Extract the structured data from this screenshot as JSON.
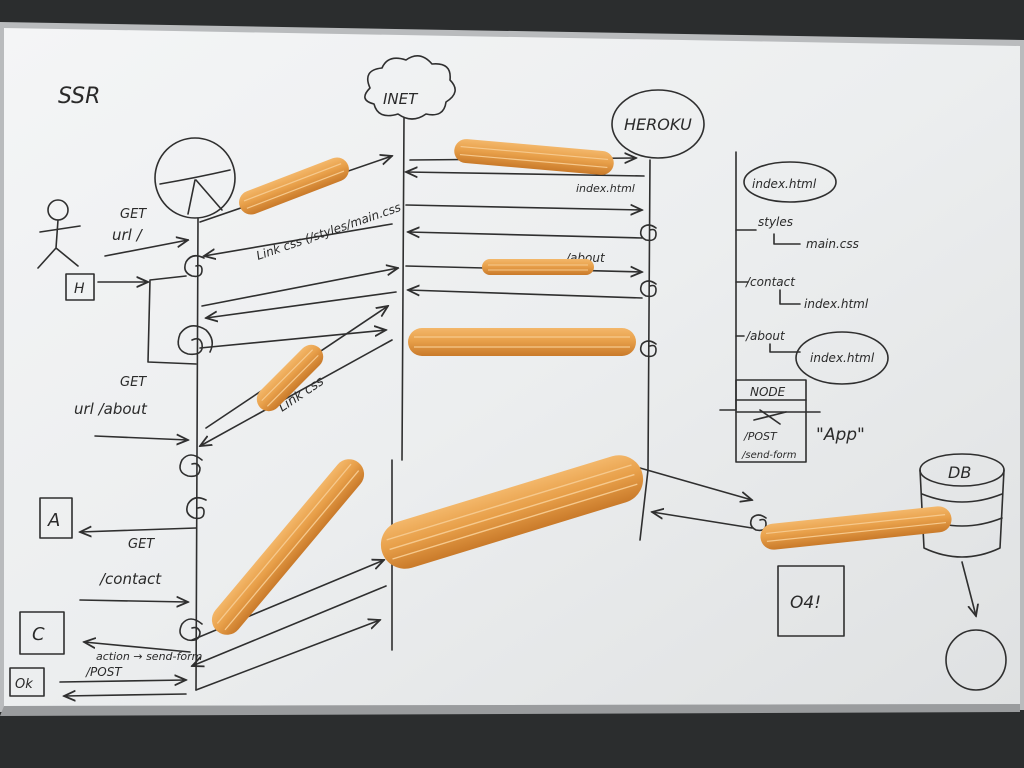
{
  "board": {
    "colors": {
      "ink": "#2f2f2f",
      "board": "#eeeff0",
      "frame": "#b9bbbd",
      "churro": "#e9a24a"
    },
    "title": "SSR",
    "nodes": {
      "inet": "INET",
      "heroku": "HEROKU",
      "db": "DB",
      "node_box_title": "NODE",
      "node_box_post": "/POST",
      "node_box_send": "/send-form",
      "app": "\"App\"",
      "box_h": "H",
      "box_a": "A",
      "box_c": "C",
      "box_ok": "Ok",
      "status_box": "O4!"
    },
    "requests": {
      "get_url": "GET",
      "url_slash": "url /",
      "link_css_styles": "Link css (/styles/main.css",
      "index_html": "index.html",
      "about_path": "/about",
      "get_about": "GET",
      "url_about": "url /about",
      "link_css": "Link css",
      "get_contact": "GET",
      "contact": "/contact",
      "action_send_form": "action → send-form",
      "post": "/POST"
    },
    "file_tree": {
      "index": "index.html",
      "styles": "styles",
      "main_css": "main.css",
      "contact": "/contact",
      "contact_index": "index.html",
      "about": "/about",
      "about_index": "index.html"
    }
  }
}
